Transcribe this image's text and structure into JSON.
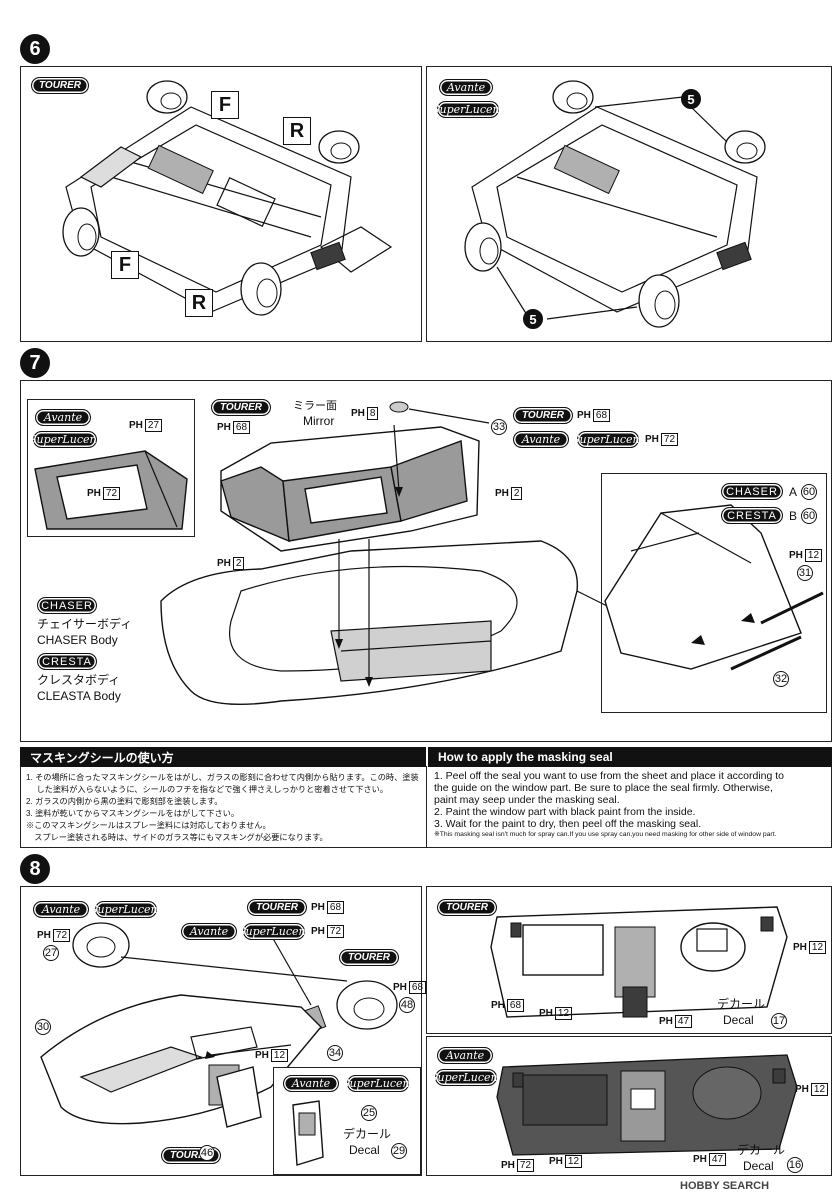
{
  "step6": {
    "number": "6",
    "left_badge": "TOURER",
    "right_badges": [
      "Avante",
      "SuperLucent"
    ],
    "letters": {
      "f1": "F",
      "r1": "R",
      "f2": "F",
      "r2": "R"
    },
    "part_ref": "5"
  },
  "step7": {
    "number": "7",
    "inset_badges": [
      "Avante",
      "SuperLucent"
    ],
    "inset_ph_a": "27",
    "inset_ph_b": "72",
    "tourer_badge": "TOURER",
    "tourer_ph": "68",
    "mirror_jp": "ミラー面",
    "mirror_en": "Mirror",
    "mirror_ph": "8",
    "part_33": "33",
    "right_top_badges": [
      "TOURER",
      "Avante",
      "SuperLucent"
    ],
    "right_top_ph_a": "68",
    "right_top_ph_b": "72",
    "ph_2": "2",
    "chaser_badge": "CHASER",
    "chaser_jp": "チェイサーボディ",
    "chaser_en": "CHASER Body",
    "cresta_badge": "CRESTA",
    "cresta_jp": "クレスタボディ",
    "cresta_en": "CLEASTA Body",
    "right_chaser_badge": "CHASER",
    "right_chaser_letter": "A",
    "right_chaser_part": "60",
    "right_cresta_badge": "CRESTA",
    "right_cresta_letter": "B",
    "right_cresta_part": "60",
    "wiper_ph": "12",
    "part_31": "31",
    "part_32": "32"
  },
  "masking": {
    "header_jp": "マスキングシールの使い方",
    "header_en": "How to apply the masking seal",
    "jp_lines": [
      "1. その場所に合ったマスキングシールをはがし、ガラスの彫刻に合わせて内側から貼ります。この時、塗装",
      "　 した塗料が入らないように、シールのフチを指などで強く押さえしっかりと密着させて下さい。",
      "2. ガラスの内側から黒の塗料で彫刻部を塗装します。",
      "3. 塗料が乾いてからマスキングシールをはがして下さい。",
      "※このマスキングシールはスプレー塗料には対応しておりません。",
      "　スプレー塗装される時は、サイドのガラス等にもマスキングが必要になります。"
    ],
    "en_lines": [
      "1.  Peel off the seal you want to use from the sheet and place it according to",
      "     the guide on the window part. Be sure to place the seal firmly. Otherwise,",
      "     paint may seep under the masking seal.",
      "2.  Paint the window part with black paint from the inside.",
      "3.  Wait for the paint to dry, then peel off the masking seal."
    ],
    "en_note": "※This masking seal isn't much for spray can.If you use spray can,you need masking for other side of window part."
  },
  "step8": {
    "number": "8",
    "left_badges": [
      "Avante",
      "SuperLucent"
    ],
    "wheel_ph": "72",
    "part_27": "27",
    "part_30": "30",
    "tourer_badge_a": "TOURER",
    "tourer_ph_a": "68",
    "mid_badges": [
      "Avante",
      "SuperLucent"
    ],
    "mid_ph": "72",
    "tourer_badge_b": "TOURER",
    "wheel2_ph": "68",
    "part_48": "48",
    "part_34": "34",
    "ph_12": "12",
    "tourer_badge_c": "TOURER",
    "part_46": "46",
    "inset_badges": [
      "Avante",
      "SuperLucent"
    ],
    "part_25": "25",
    "decal_jp": "デカール",
    "decal_en": "Decal",
    "decal_part_a": "29",
    "tr_badge": "TOURER",
    "tr_ph_left": "68",
    "tr_ph_mid": "12",
    "tr_ph_bottom": "47",
    "tr_ph_right": "12",
    "tr_decal_part": "17",
    "br_badges": [
      "Avante",
      "SuperLucent"
    ],
    "br_ph_left": "72",
    "br_ph_mid": "12",
    "br_ph_bottom": "47",
    "br_ph_right": "12",
    "br_decal_part": "16"
  },
  "watermark": "HOBBY SEARCH",
  "ph_prefix": "PH"
}
